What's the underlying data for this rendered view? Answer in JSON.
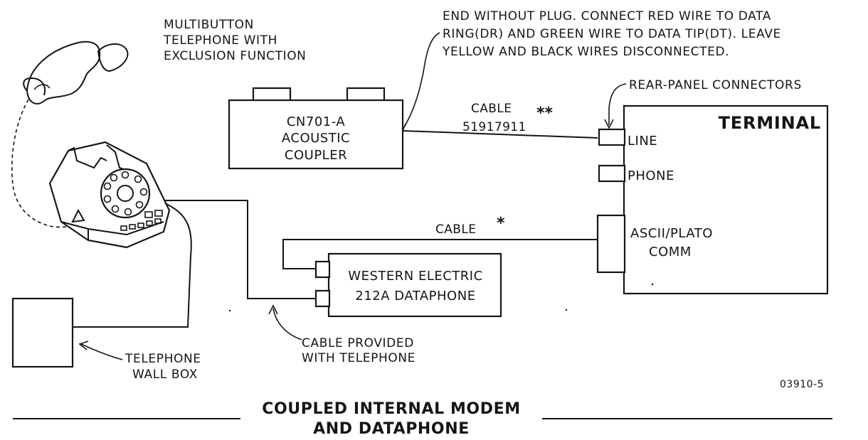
{
  "labels": {
    "phone_line1": "MULTIBUTTON",
    "phone_line2": "TELEPHONE WITH",
    "phone_line3": "EXCLUSION FUNCTION",
    "note_line1": "END WITHOUT PLUG. CONNECT RED WIRE TO DATA",
    "note_line2": "RING(DR) AND GREEN WIRE TO DATA TIP(DT). LEAVE",
    "note_line3": "YELLOW AND BLACK WIRES DISCONNECTED.",
    "rear_panel": "REAR-PANEL CONNECTORS",
    "cable_top_line1": "CABLE",
    "cable_top_line2": "51917911",
    "cable_top_mark": "**",
    "cable_mid": "CABLE",
    "cable_mid_mark": "*",
    "cable_provided_line1": "CABLE PROVIDED",
    "cable_provided_line2": "WITH TELEPHONE",
    "wall_box_line1": "TELEPHONE",
    "wall_box_line2": "WALL BOX",
    "figure_number": "03910-5"
  },
  "coupler": {
    "line1": "CN701-A",
    "line2": "ACOUSTIC",
    "line3": "COUPLER"
  },
  "dataphone": {
    "line1": "WESTERN ELECTRIC",
    "line2": "212A DATAPHONE"
  },
  "terminal": {
    "title": "TERMINAL",
    "connectors": {
      "line": "LINE",
      "phone": "PHONE",
      "comm_line1": "ASCII/PLATO",
      "comm_line2": "COMM"
    }
  },
  "caption": {
    "line1": "COUPLED INTERNAL MODEM",
    "line2": "AND DATAPHONE"
  },
  "icons": [
    "telephone-handset-icon",
    "telephone-base-icon",
    "rotary-dial-icon",
    "arrow-icon"
  ]
}
